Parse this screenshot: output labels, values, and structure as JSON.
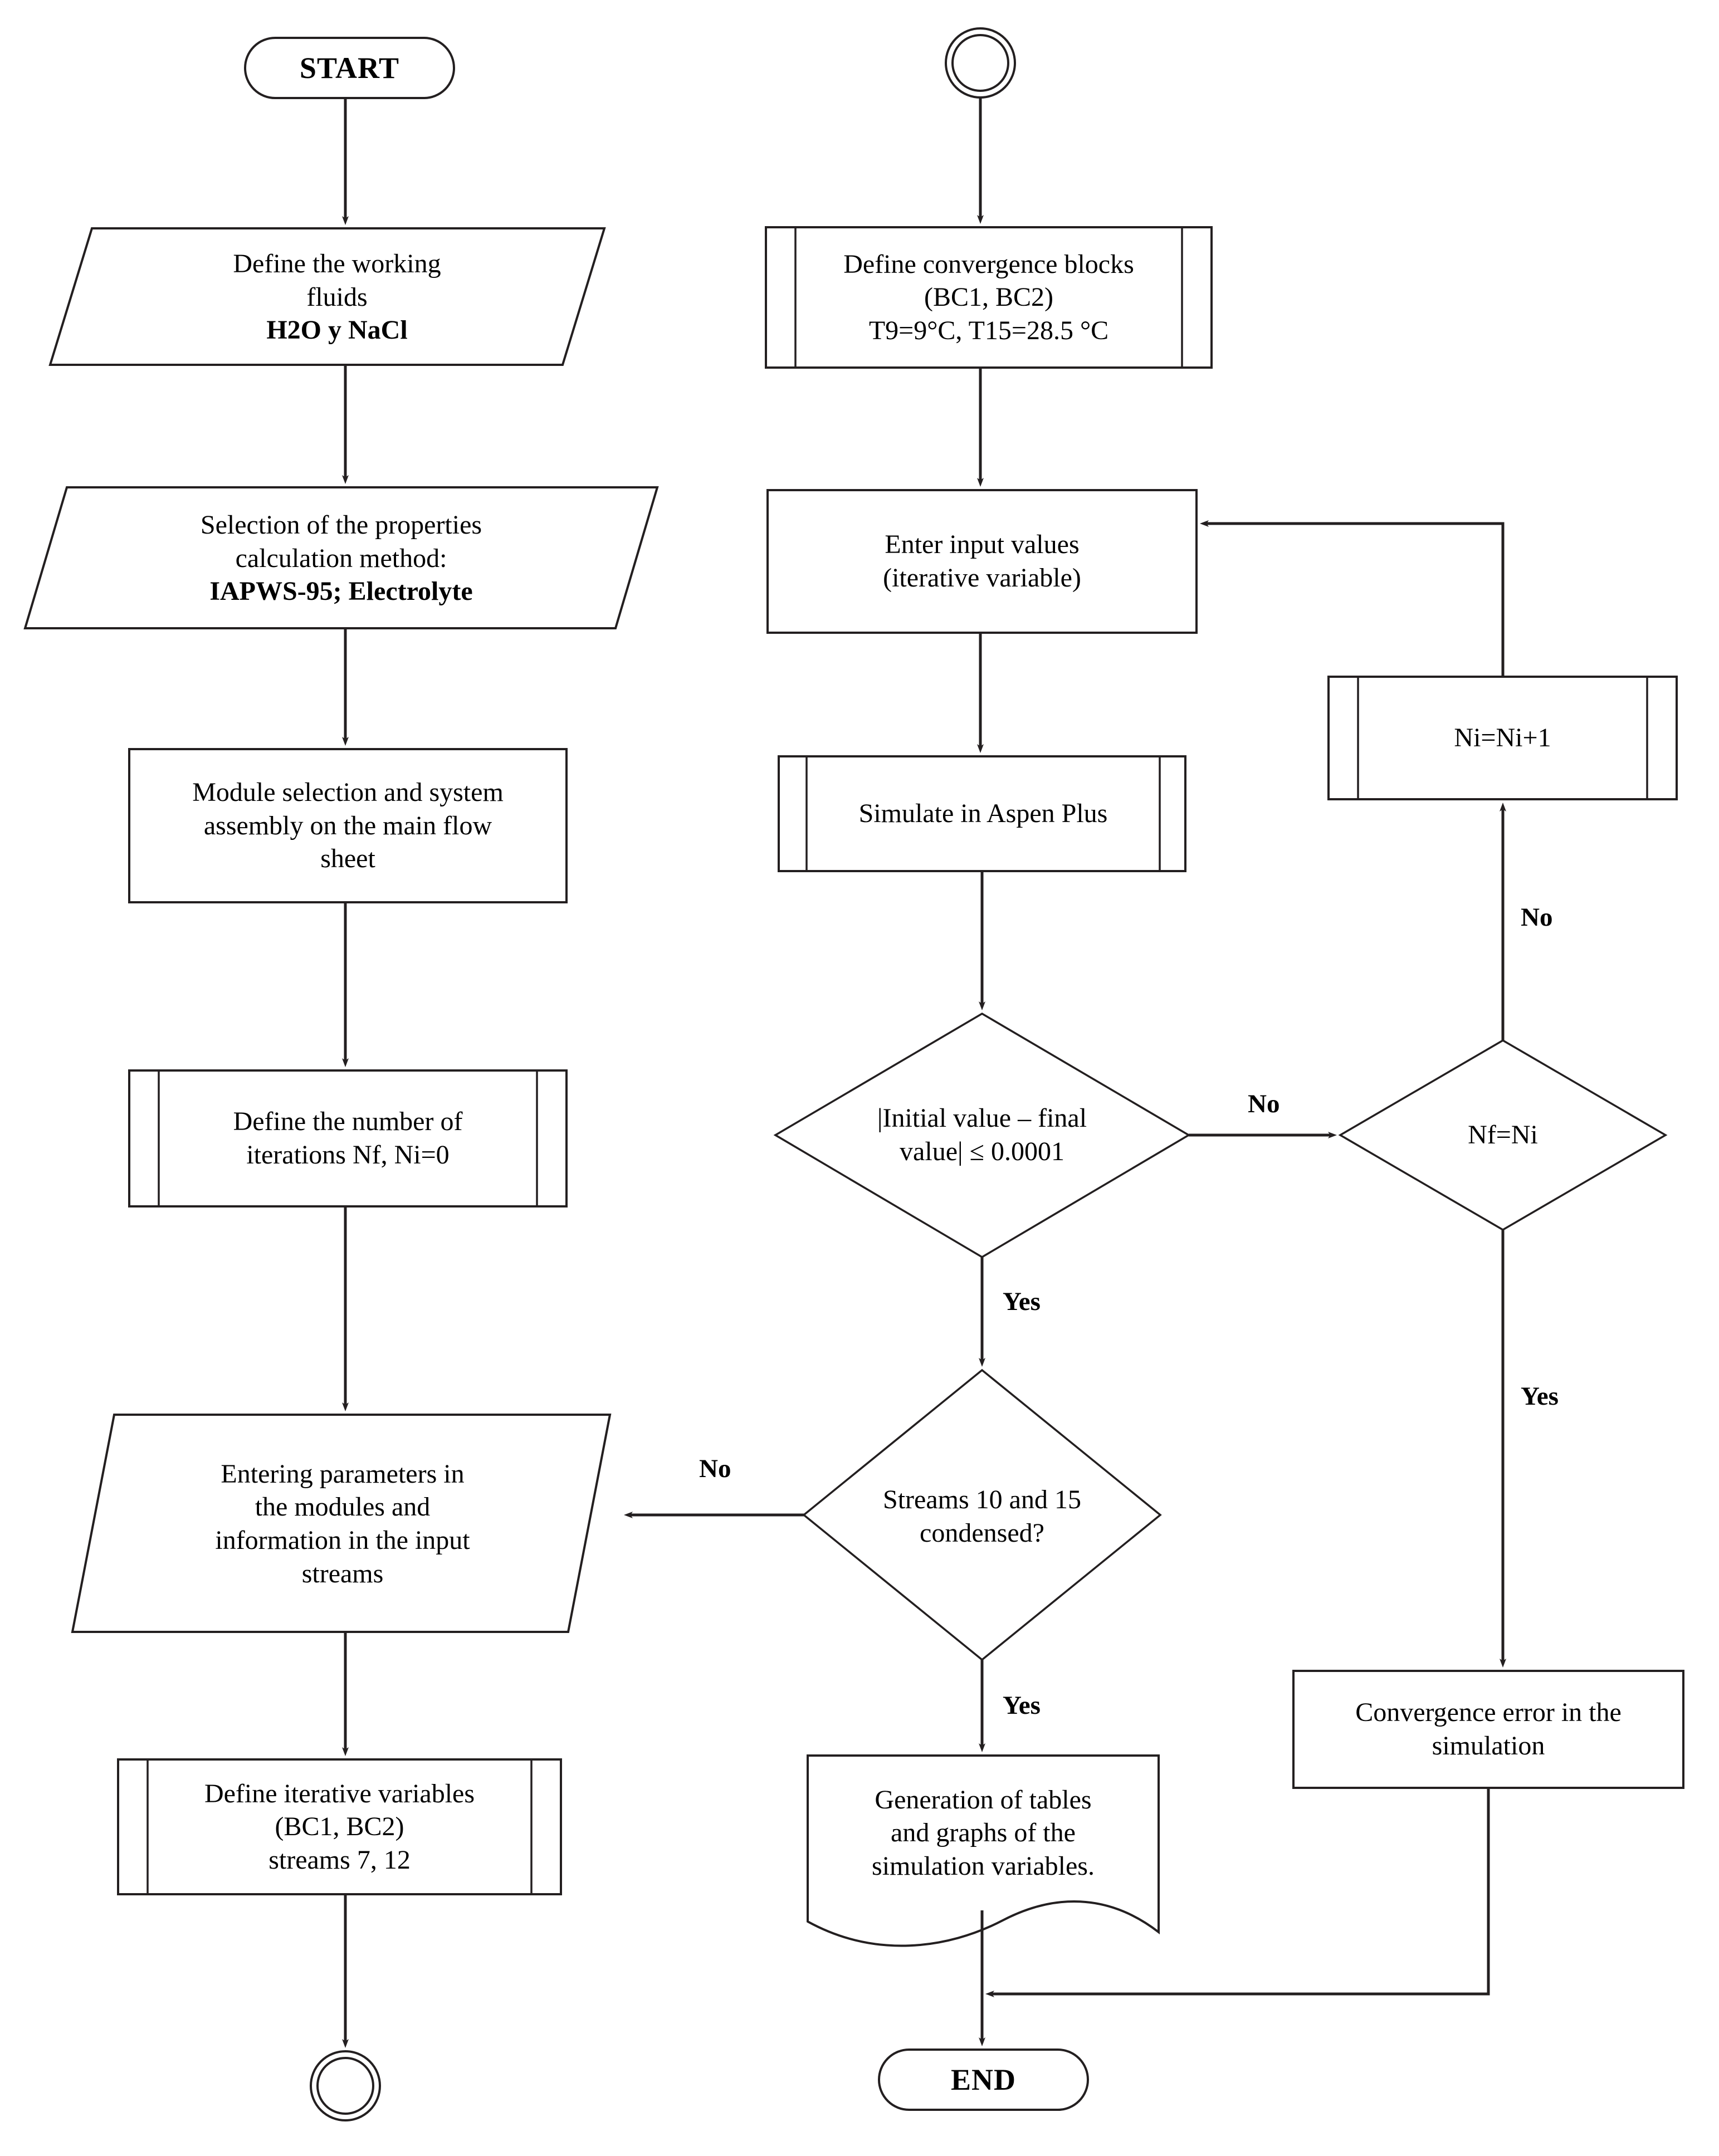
{
  "diagram": {
    "title": "Aspen Plus simulation methodology flowchart",
    "colors": {
      "stroke": "#231f20",
      "background": "#ffffff",
      "text": "#000000"
    }
  },
  "nodes": {
    "start": {
      "shape": "terminator",
      "label": "START"
    },
    "define_fluids": {
      "shape": "parallelogram",
      "lines": [
        "Define the working",
        "fluids",
        "H2O y NaCl"
      ],
      "bold_lines": [
        false,
        false,
        true
      ]
    },
    "properties_method": {
      "shape": "parallelogram",
      "lines": [
        "Selection of the properties",
        "calculation method:",
        "IAPWS-95; Electrolyte"
      ],
      "bold_lines": [
        false,
        false,
        true
      ]
    },
    "module_selection": {
      "shape": "process",
      "lines": [
        "Module selection and system",
        "assembly on the main flow",
        "sheet"
      ]
    },
    "define_iterations": {
      "shape": "predefined-process",
      "lines": [
        "Define the number of",
        "iterations Nf, Ni=0"
      ]
    },
    "entering_parameters": {
      "shape": "parallelogram",
      "lines": [
        "Entering parameters in",
        "the modules and",
        "information in the input",
        "streams"
      ]
    },
    "define_iterative_variables": {
      "shape": "predefined-process",
      "lines": [
        "Define iterative variables",
        "(BC1, BC2)",
        "streams 7, 12"
      ]
    },
    "connector_left_bottom": {
      "shape": "connector-circle",
      "label": ""
    },
    "connector_right_top": {
      "shape": "connector-circle",
      "label": ""
    },
    "convergence_blocks": {
      "shape": "predefined-process",
      "lines": [
        "Define convergence blocks",
        "(BC1, BC2)",
        "T9=9°C, T15=28.5 °C"
      ]
    },
    "enter_input_values": {
      "shape": "process",
      "lines": [
        "Enter input values",
        "(iterative variable)"
      ]
    },
    "simulate_aspen": {
      "shape": "predefined-process",
      "lines": [
        "Simulate in Aspen Plus"
      ]
    },
    "decision_tolerance": {
      "shape": "decision",
      "lines": [
        "|Initial value – final",
        "value| ≤ 0.0001"
      ]
    },
    "decision_nf_ni": {
      "shape": "decision",
      "lines": [
        "Nf=Ni"
      ]
    },
    "increment_ni": {
      "shape": "predefined-process",
      "lines": [
        "Ni=Ni+1"
      ]
    },
    "decision_streams": {
      "shape": "decision",
      "lines": [
        "Streams 10 and 15",
        "condensed?"
      ]
    },
    "generation_tables": {
      "shape": "document",
      "lines": [
        "Generation of tables",
        "and graphs of the",
        "simulation variables."
      ]
    },
    "convergence_error": {
      "shape": "process",
      "lines": [
        "Convergence error in the",
        "simulation"
      ]
    },
    "end": {
      "shape": "terminator",
      "label": "END"
    }
  },
  "edge_labels": {
    "tolerance_no": "No",
    "tolerance_yes": "Yes",
    "nf_ni_no": "No",
    "nf_ni_yes": "Yes",
    "streams_no": "No",
    "streams_yes": "Yes"
  }
}
